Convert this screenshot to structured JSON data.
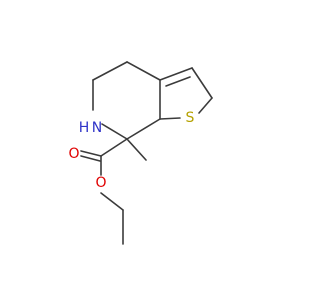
{
  "molecule": {
    "atoms": {
      "nitrogen": {
        "label": "N",
        "hydrogen": "H",
        "color": "#2f33c8"
      },
      "sulfur": {
        "label": "S",
        "color": "#b5a100"
      },
      "oxygen_carbonyl": {
        "label": "O",
        "color": "#e00000"
      },
      "oxygen_ester": {
        "label": "O",
        "color": "#e00000"
      }
    }
  }
}
